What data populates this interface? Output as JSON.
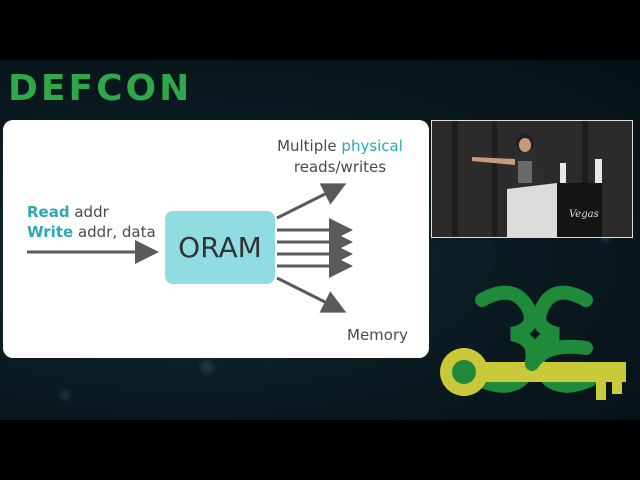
{
  "header": {
    "brand": "DEFCON"
  },
  "slide": {
    "line1_highlight": "Read",
    "line1_rest": " addr",
    "line2_highlight": "Write",
    "line2_rest": " addr, data",
    "box_label": "ORAM",
    "top_line1_plain": "Multiple ",
    "top_line1_highlight": "physical",
    "top_line2": "reads/writes",
    "bottom_label": "Memory"
  },
  "video": {
    "podium_text": "Vegas"
  },
  "colors": {
    "accent": "#2aa8b4",
    "box": "#8fdde3",
    "brand": "#2ea84a",
    "logo_green": "#1f8a3a",
    "logo_yellow": "#c9c93a"
  }
}
